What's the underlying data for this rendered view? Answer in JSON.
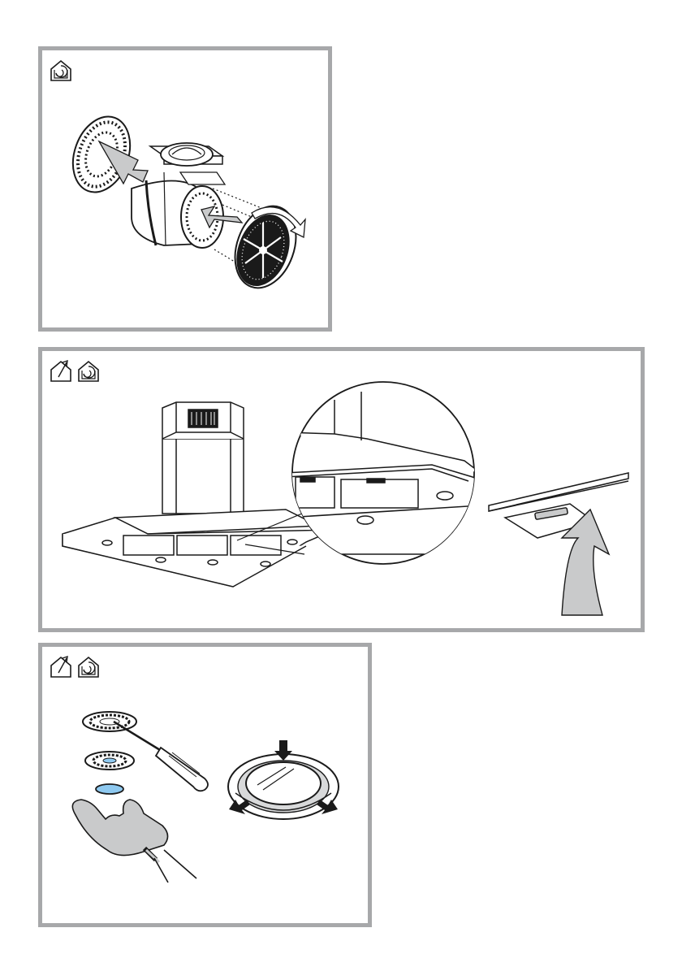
{
  "panels": [
    {
      "id": "filter-install",
      "icons": [
        "recirculation-house-icon"
      ]
    },
    {
      "id": "grease-filter-removal",
      "icons": [
        "extraction-house-icon",
        "recirculation-house-icon"
      ]
    },
    {
      "id": "lamp-replacement",
      "icons": [
        "extraction-house-icon",
        "recirculation-house-icon"
      ]
    }
  ],
  "colors": {
    "frame": "#a7a8aa",
    "arrow_fill": "#c9cacb",
    "line": "#1a1a1a",
    "lamp_blue": "#8ec9f0"
  }
}
